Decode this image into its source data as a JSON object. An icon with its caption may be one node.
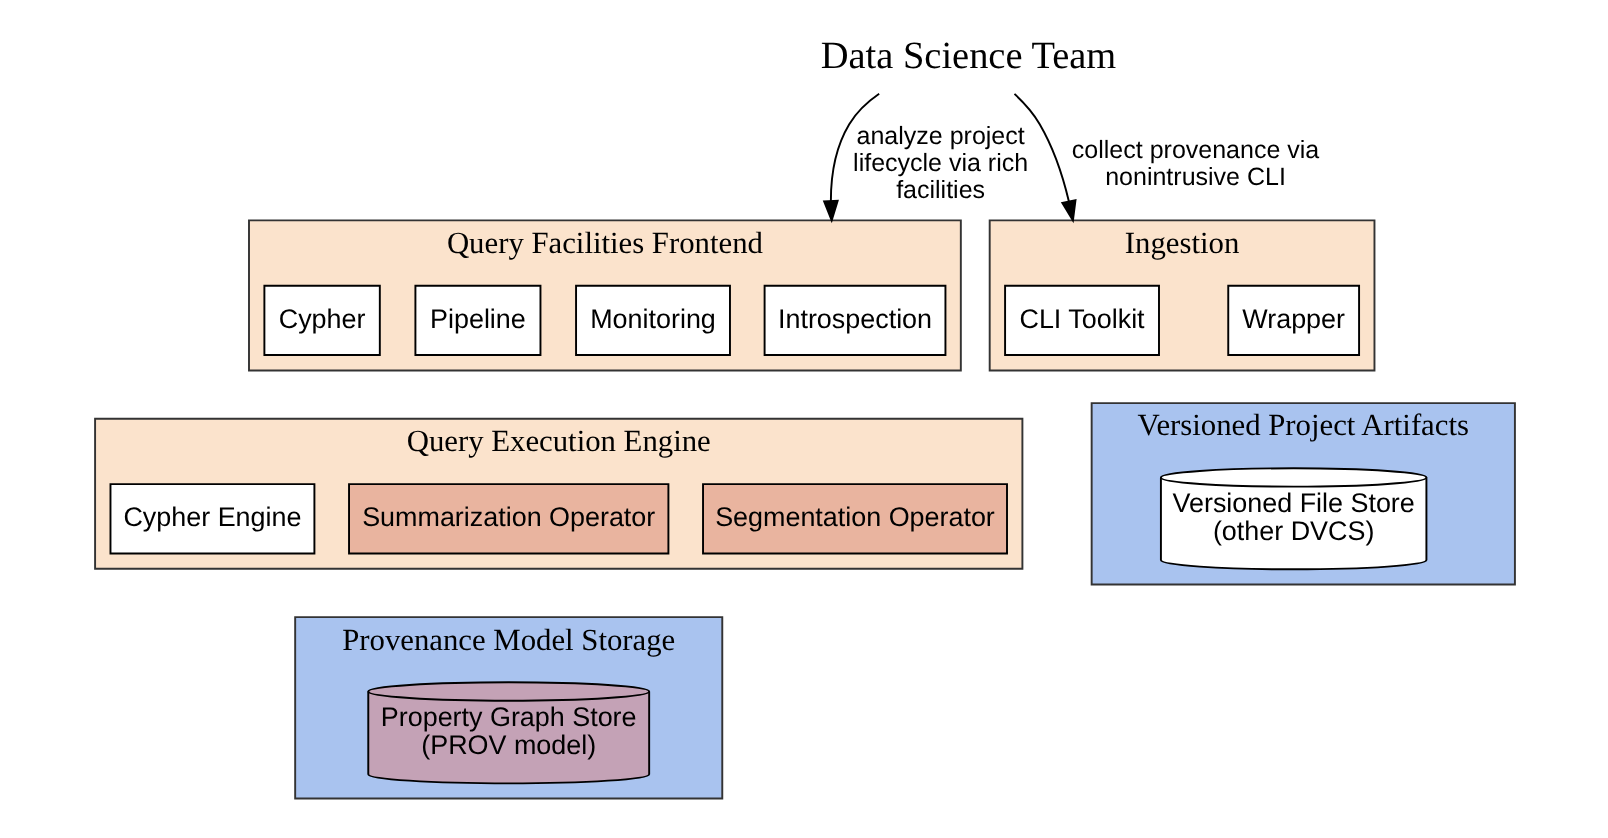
{
  "diagram": {
    "nodes": [
      {
        "text": [
          "Data Science Team"
        ]
      },
      {
        "text": [
          "Query Facilities Frontend"
        ]
      },
      {
        "text": [
          "Introspection"
        ],
        "in": 1
      },
      {
        "text": [
          "Monitoring"
        ],
        "in": 1
      },
      {
        "text": [
          "Pipeline"
        ],
        "in": 1
      },
      {
        "text": [
          "Cypher"
        ],
        "in": 1
      },
      {
        "text": [
          "Ingestion"
        ]
      },
      {
        "text": [
          "CLI Toolkit"
        ],
        "in": 6
      },
      {
        "text": [
          "Wrapper"
        ],
        "in": 6
      },
      {
        "text": [
          "Query Execution Engine"
        ]
      },
      {
        "text": [
          "Segmentation Operator"
        ],
        "in": 9
      },
      {
        "text": [
          "Summarization Operator"
        ],
        "in": 9
      },
      {
        "text": [
          "Cypher Engine"
        ],
        "in": 9
      },
      {
        "text": [
          "Versioned Project Artifacts"
        ]
      },
      {
        "text": [
          "Versioned File Store (other DVCS)"
        ],
        "in": 13
      },
      {
        "text": [
          "Provenance Model Storage"
        ]
      },
      {
        "text": [
          "Property Graph Store (PROV model)"
        ],
        "in": 15
      }
    ],
    "edges": [
      {
        "from": 0,
        "to": 6,
        "arrow": "to",
        "label": "collect provenance via nonintrusive CLI"
      },
      {
        "from": 0,
        "to": 1,
        "arrow": "to",
        "label": "analyze project lifecycle via rich facilities"
      }
    ]
  }
}
